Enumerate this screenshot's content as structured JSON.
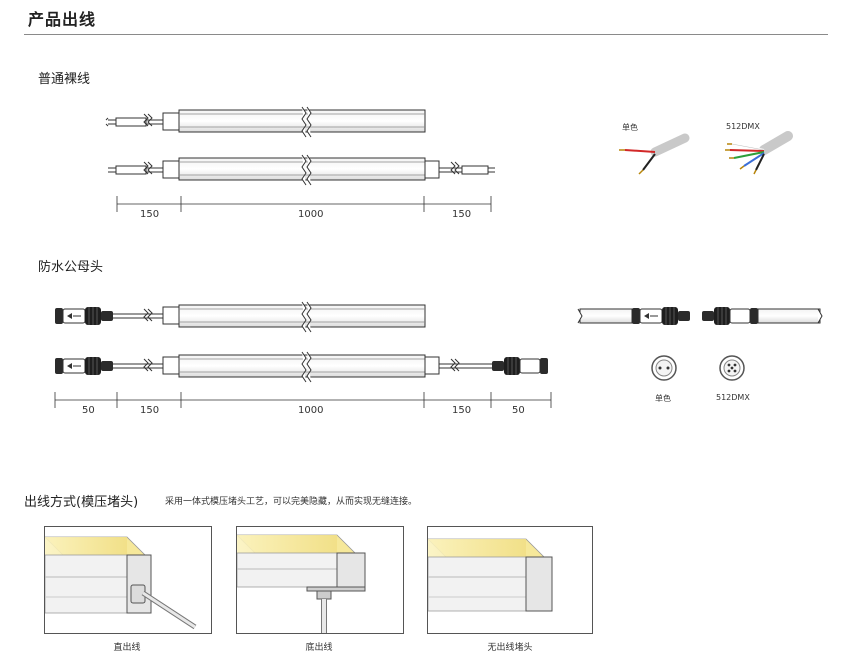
{
  "header": {
    "title": "产品出线"
  },
  "sections": {
    "bare_wire": {
      "title": "普通裸线",
      "dims": [
        "150",
        "1000",
        "150"
      ],
      "cable_labels": [
        "单色",
        "512DMX"
      ]
    },
    "waterproof": {
      "title": "防水公母头",
      "dims": [
        "50",
        "150",
        "1000",
        "150",
        "50"
      ],
      "connector_labels": [
        "单色",
        "512DMX"
      ]
    },
    "outlet": {
      "title": "出线方式(模压堵头)",
      "note": "采用一体式模压堵头工艺，可以完美隐藏，从而实现无缝连接。",
      "methods": [
        {
          "caption": "直出线"
        },
        {
          "caption": "底出线"
        },
        {
          "caption": "无出线堵头"
        }
      ]
    }
  },
  "colors": {
    "led": "#f5e9a8",
    "outline": "#333333",
    "wire_red": "#d22828",
    "wire_blue": "#3b6fd8",
    "wire_green": "#2e9e3a"
  }
}
